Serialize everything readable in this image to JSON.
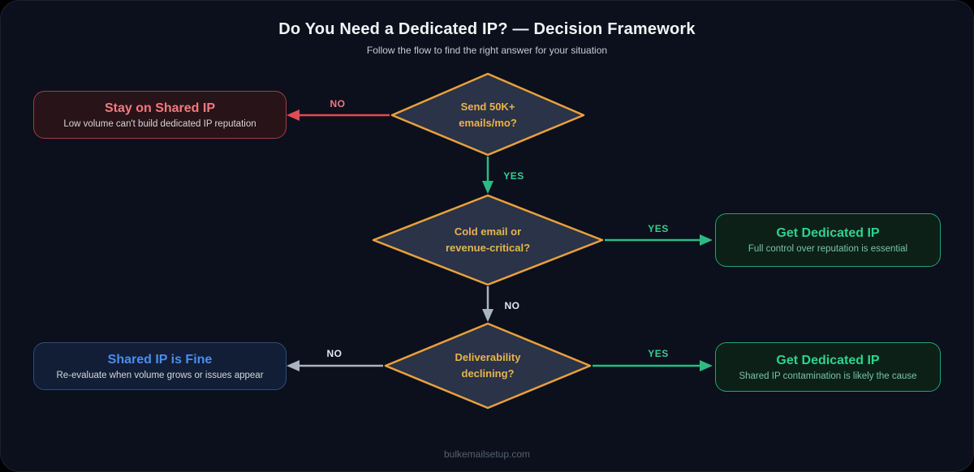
{
  "header": {
    "title": "Do You Need a Dedicated IP? — Decision Framework",
    "subtitle": "Follow the flow to find the right answer for your situation"
  },
  "decisions": {
    "volume": {
      "question": "Send 50K+\nemails/mo?"
    },
    "critical": {
      "question": "Cold email or\nrevenue-critical?"
    },
    "deliverability": {
      "question": "Deliverability\ndeclining?"
    }
  },
  "results": {
    "stay_shared": {
      "title": "Stay on Shared IP",
      "subtitle": "Low volume can't build dedicated IP reputation"
    },
    "dedicated_mid": {
      "title": "Get Dedicated IP",
      "subtitle": "Full control over reputation is essential"
    },
    "shared_fine": {
      "title": "Shared IP is Fine",
      "subtitle": "Re-evaluate when volume grows or issues appear"
    },
    "dedicated_bottom": {
      "title": "Get Dedicated IP",
      "subtitle": "Shared IP contamination is likely the cause"
    }
  },
  "edges": {
    "no_volume": "NO",
    "yes_volume": "YES",
    "yes_critical": "YES",
    "no_critical": "NO",
    "no_deliverability": "NO",
    "yes_deliverability": "YES"
  },
  "footer": {
    "site": "bulkemailsetup.com"
  },
  "colors": {
    "background": "#0b101c",
    "diamond_border": "#e9a13b",
    "diamond_fill": "#2a3347",
    "diamond_text": "#e9b44c",
    "red_accent": "#e14b55",
    "green_accent": "#2bbb82",
    "blue_accent": "#4b8cf2",
    "gray_arrow": "#aab3c0"
  }
}
